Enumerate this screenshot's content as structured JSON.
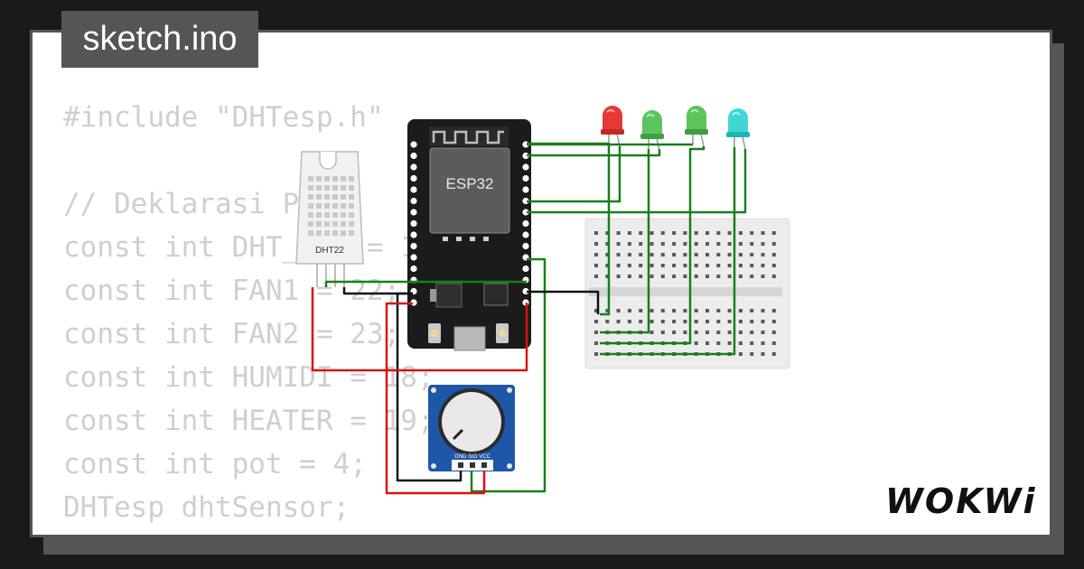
{
  "file_tab": {
    "label": "sketch.ino"
  },
  "code_lines": [
    "#include \"DHTesp.h\"",
    "",
    "// Deklarasi Pin",
    "const int DHT_PIN = 15;",
    "const int FAN1 = 22;",
    "const int FAN2 = 23;",
    "const int HUMIDI = 18;",
    "const int HEATER = 19;",
    "const int pot = 4;",
    "DHTesp dhtSensor;"
  ],
  "esp32": {
    "chip_label": "ESP32"
  },
  "dht": {
    "label": "DHT22"
  },
  "pot": {
    "pins_label": "GND SIG VCC"
  },
  "brand": {
    "logo": "WOKWi"
  },
  "colors": {
    "wire_green": "#1a7f1a",
    "wire_red": "#dd1111",
    "wire_black": "#111111",
    "led_red": "#e53935",
    "led_green": "#5cc45c",
    "led_cyan": "#3fd6d6",
    "board": "#1b1b1b",
    "pot_board": "#1f57a8"
  }
}
